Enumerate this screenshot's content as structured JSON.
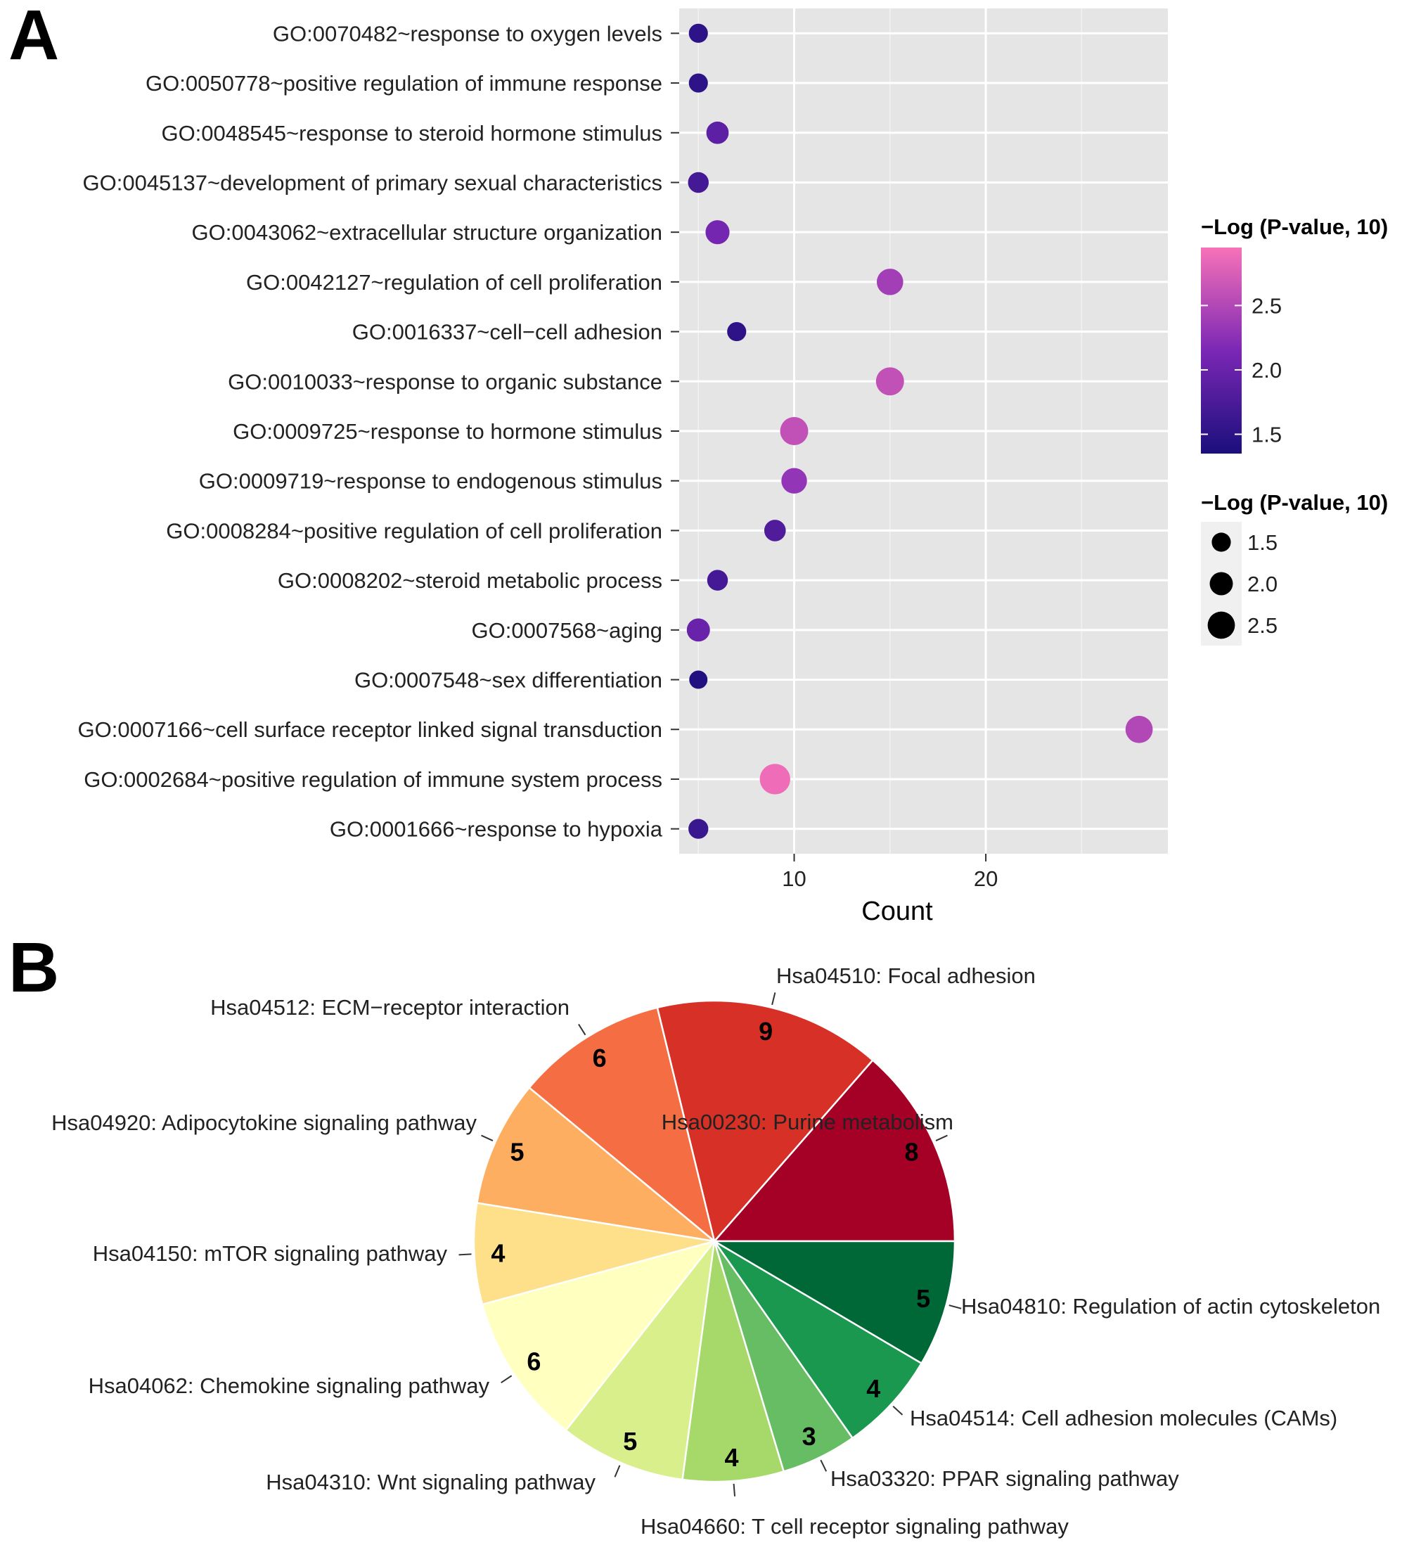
{
  "chart_data": [
    {
      "panel": "A",
      "type": "scatter",
      "xlabel": "Count",
      "xticks": [
        10,
        20
      ],
      "xlim": [
        4,
        29.5
      ],
      "grid": true,
      "categories": [
        "GO:0070482~response to oxygen levels",
        "GO:0050778~positive regulation of immune response",
        "GO:0048545~response to steroid hormone stimulus",
        "GO:0045137~development of primary sexual characteristics",
        "GO:0043062~extracellular structure organization",
        "GO:0042127~regulation of cell proliferation",
        "GO:0016337~cell−cell adhesion",
        "GO:0010033~response to organic substance",
        "GO:0009725~response to hormone stimulus",
        "GO:0009719~response to endogenous stimulus",
        "GO:0008284~positive regulation of cell proliferation",
        "GO:0008202~steroid metabolic process",
        "GO:0007568~aging",
        "GO:0007548~sex differentiation",
        "GO:0007166~cell surface receptor linked signal transduction",
        "GO:0002684~positive regulation of immune system process",
        "GO:0001666~response to hypoxia"
      ],
      "count": [
        5,
        5,
        6,
        5,
        6,
        15,
        7,
        15,
        10,
        10,
        9,
        6,
        5,
        5,
        28,
        9,
        5
      ],
      "neg_log_p": [
        1.5,
        1.5,
        1.9,
        1.7,
        2.1,
        2.4,
        1.5,
        2.6,
        2.6,
        2.3,
        1.8,
        1.7,
        2.0,
        1.4,
        2.5,
        2.9,
        1.6
      ],
      "legend_color": {
        "title": "−Log  (P-value, 10)",
        "ticks": [
          1.5,
          2.0,
          2.5
        ],
        "range": [
          1.35,
          2.95
        ],
        "low_color": "#1b0f7c",
        "mid_color": "#7b27b5",
        "high_color": "#f772b8"
      },
      "legend_size": {
        "title": "−Log  (P-value, 10)",
        "values": [
          1.5,
          2.0,
          2.5
        ]
      },
      "legend_position": "right"
    },
    {
      "panel": "B",
      "type": "pie",
      "slices": [
        {
          "label": "Hsa00230: Purine metabolism",
          "value": 8,
          "color": "#a50026"
        },
        {
          "label": "Hsa04510: Focal adhesion",
          "value": 9,
          "color": "#d73027"
        },
        {
          "label": "Hsa04512: ECM−receptor interaction",
          "value": 6,
          "color": "#f46d43"
        },
        {
          "label": "Hsa04920: Adipocytokine signaling pathway",
          "value": 5,
          "color": "#fdae61"
        },
        {
          "label": "Hsa04150: mTOR signaling pathway",
          "value": 4,
          "color": "#fee08b"
        },
        {
          "label": "Hsa04062: Chemokine signaling pathway",
          "value": 6,
          "color": "#ffffbf"
        },
        {
          "label": "Hsa04310: Wnt signaling pathway",
          "value": 5,
          "color": "#d9ef8b"
        },
        {
          "label": "Hsa04660: T cell receptor signaling pathway",
          "value": 4,
          "color": "#a6d96a"
        },
        {
          "label": "Hsa03320: PPAR signaling pathway",
          "value": 3,
          "color": "#66bd63"
        },
        {
          "label": "Hsa04514: Cell adhesion molecules (CAMs)",
          "value": 4,
          "color": "#1a9850"
        },
        {
          "label": "Hsa04810: Regulation of actin cytoskeleton",
          "value": 5,
          "color": "#006837"
        }
      ]
    }
  ],
  "panel_labels": [
    "A",
    "B"
  ]
}
